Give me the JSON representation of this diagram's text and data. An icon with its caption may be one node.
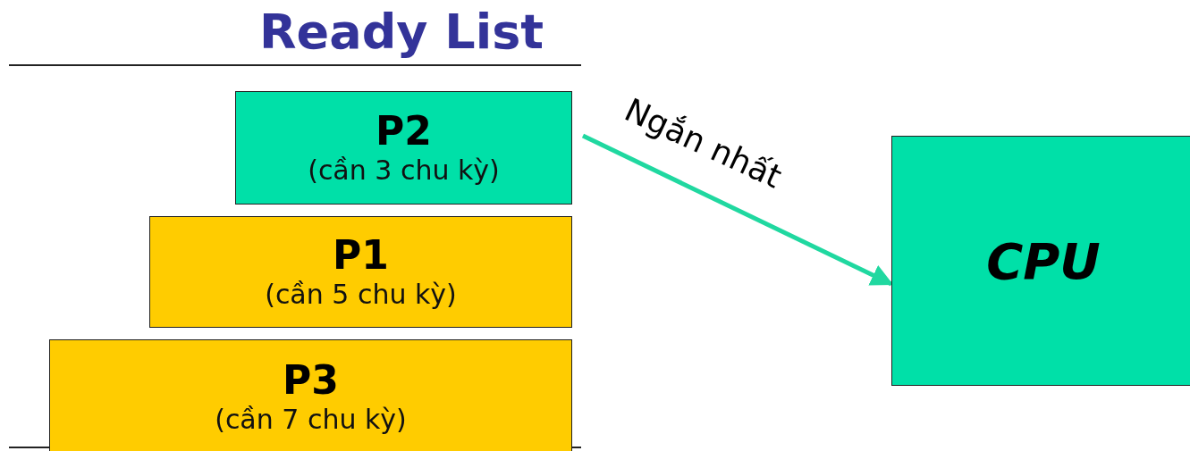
{
  "diagram": {
    "title": "Ready List",
    "nodes": [
      {
        "text": [
          "P2",
          "(cần 3 chu kỳ)"
        ]
      },
      {
        "text": [
          "P1",
          "(cần 5 chu kỳ)"
        ]
      },
      {
        "text": [
          "P3",
          "(cần 7 chu kỳ)"
        ]
      },
      {
        "text": [
          "CPU"
        ]
      }
    ],
    "edges": [
      {
        "from": 0,
        "to": 3,
        "arrow": "to",
        "label": "Ngắn nhất"
      }
    ]
  }
}
